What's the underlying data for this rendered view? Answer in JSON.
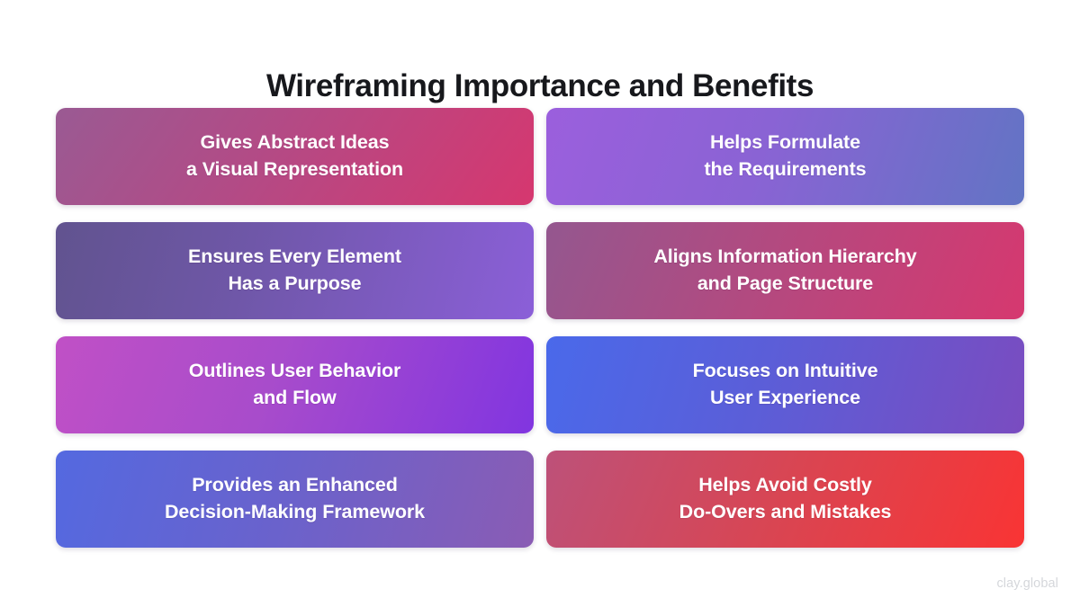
{
  "page": {
    "title": "Wireframing Importance and Benefits",
    "watermark": "clay.global",
    "background_color": "#ffffff",
    "title_color": "#17181c",
    "card_text_color": "#ffffff",
    "watermark_color": "#d5d7db"
  },
  "cards": [
    {
      "id": "gives-abstract-ideas-a-visual-representation",
      "line1": "Gives Abstract Ideas",
      "line2": "a Visual Representation",
      "text": "Gives Abstract Ideas\na Visual Representation",
      "gradient_from": "#9a5a93",
      "gradient_to": "#d6376f",
      "column": "left",
      "row": 1
    },
    {
      "id": "helps-formulate-the-requirements",
      "line1": "Helps Formulate",
      "line2": "the Requirements",
      "text": "Helps Formulate\nthe Requirements",
      "gradient_from": "#9b5fdd",
      "gradient_to": "#6274c4",
      "column": "right",
      "row": 1
    },
    {
      "id": "ensures-every-element-has-a-purpose",
      "line1": "Ensures Every Element",
      "line2": "Has a Purpose",
      "text": "Ensures Every Element\nHas a Purpose",
      "gradient_from": "#61538f",
      "gradient_to": "#8b5fd8",
      "column": "left",
      "row": 2
    },
    {
      "id": "aligns-information-hierarchy-and-page-structure",
      "line1": "Aligns Information Hierarchy",
      "line2": "and Page Structure",
      "text": "Aligns Information Hierarchy\nand Page Structure",
      "gradient_from": "#94578f",
      "gradient_to": "#d6386f",
      "column": "right",
      "row": 2
    },
    {
      "id": "outlines-user-behavior-and-flow",
      "line1": "Outlines User Behavior",
      "line2": "and Flow",
      "text": "Outlines User Behavior\nand Flow",
      "gradient_from": "#c050c6",
      "gradient_to": "#8135e0",
      "column": "left",
      "row": 3
    },
    {
      "id": "focuses-on-intuitive-user-experience",
      "line1": "Focuses on Intuitive",
      "line2": "User Experience",
      "text": "Focuses on Intuitive\nUser Experience",
      "gradient_from": "#4a69ea",
      "gradient_to": "#7a4cc0",
      "column": "right",
      "row": 3
    },
    {
      "id": "provides-an-enhanced-decision-making-framework",
      "line1": "Provides an Enhanced",
      "line2": "Decision-Making Framework",
      "text": "Provides an Enhanced\nDecision-Making Framework",
      "gradient_from": "#5469e0",
      "gradient_to": "#8a5cb4",
      "column": "left",
      "row": 4
    },
    {
      "id": "helps-avoid-costly-do-overs-and-mistakes",
      "line1": "Helps Avoid Costly",
      "line2": "Do-Overs and Mistakes",
      "text": "Helps Avoid Costly\nDo-Overs and Mistakes",
      "gradient_from": "#bd5179",
      "gradient_to": "#f93434",
      "column": "right",
      "row": 4
    }
  ]
}
